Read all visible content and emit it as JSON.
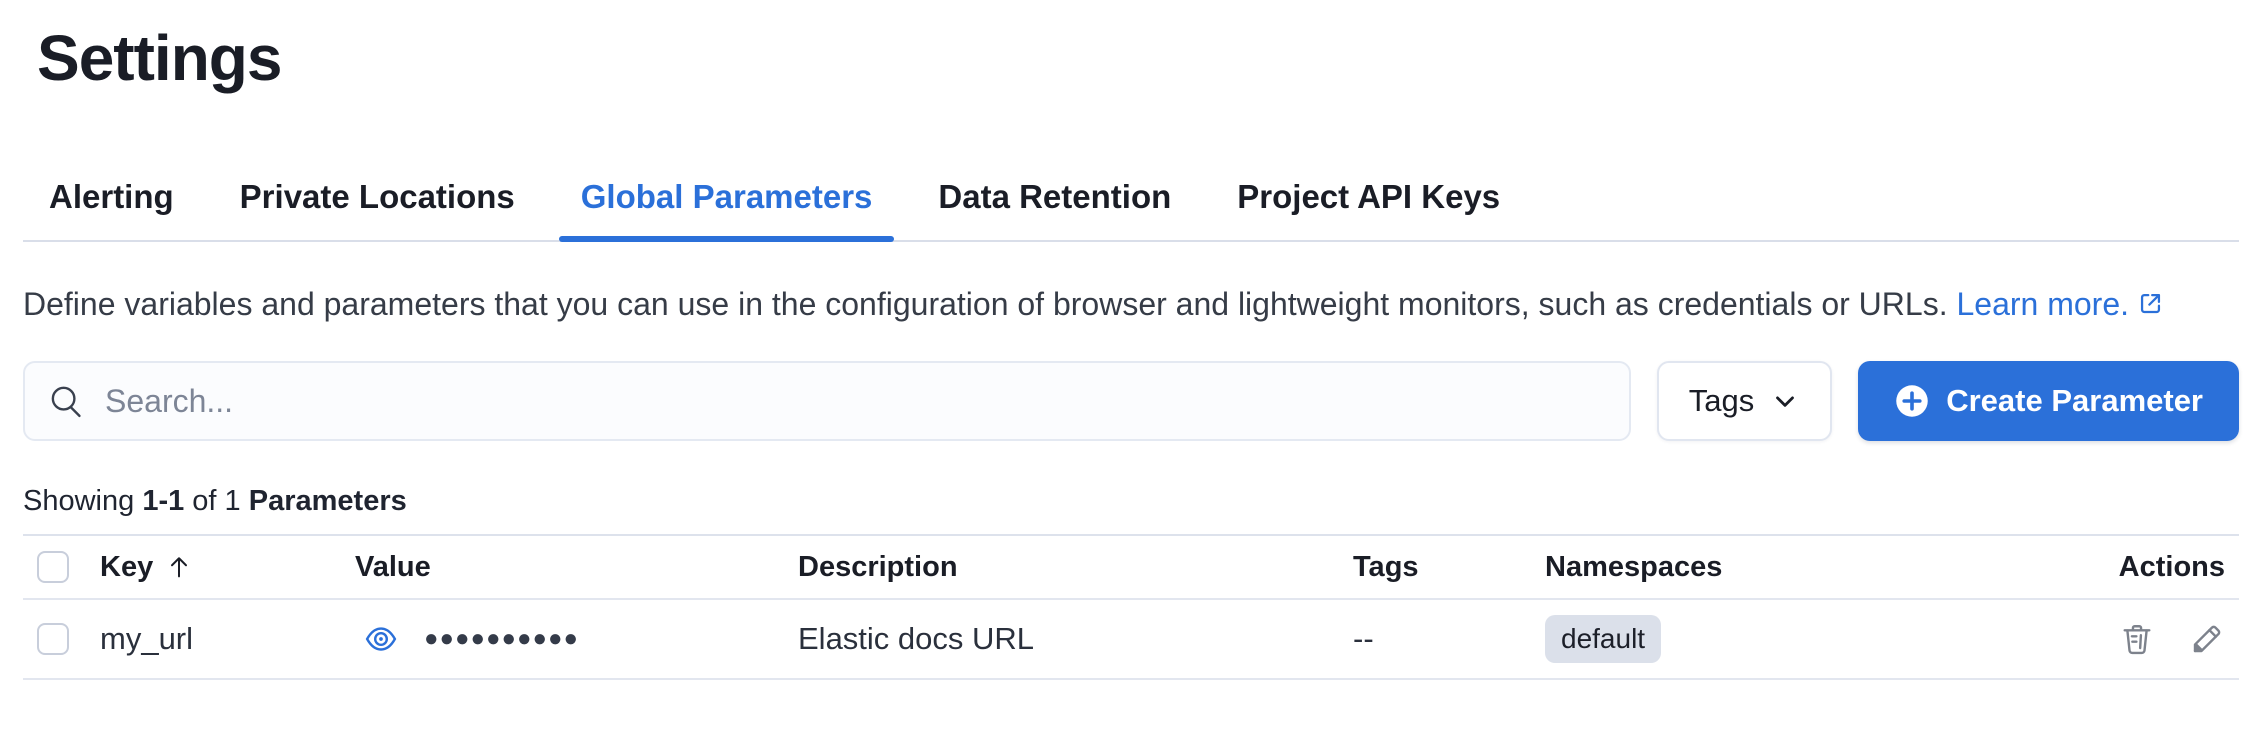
{
  "page_title": "Settings",
  "tabs": [
    {
      "label": "Alerting"
    },
    {
      "label": "Private Locations"
    },
    {
      "label": "Global Parameters"
    },
    {
      "label": "Data Retention"
    },
    {
      "label": "Project API Keys"
    }
  ],
  "active_tab": "Global Parameters",
  "description": {
    "text": "Define variables and parameters that you can use in the configuration of browser and lightweight monitors, such as credentials or URLs.",
    "link_label": "Learn more."
  },
  "toolbar": {
    "search_placeholder": "Search...",
    "tags_label": "Tags",
    "create_label": "Create Parameter"
  },
  "summary": {
    "showing": "Showing",
    "range": "1-1",
    "of": "of 1",
    "entity": "Parameters"
  },
  "table": {
    "headers": {
      "key": "Key",
      "value": "Value",
      "description": "Description",
      "tags": "Tags",
      "namespaces": "Namespaces",
      "actions": "Actions"
    },
    "sorted_by": "Key ascending",
    "rows": [
      {
        "key": "my_url",
        "masked_value": "●●●●●●●●●●",
        "description": "Elastic docs URL",
        "tags": "--",
        "namespace_badge": "default"
      }
    ]
  },
  "colors": {
    "primary": "#2b70d9",
    "text": "#1a1d26",
    "divider": "#d9dee9",
    "table_divider": "#e2e6ef",
    "badge_bg": "#dbe0ea",
    "icon_gray": "#7d828c"
  }
}
